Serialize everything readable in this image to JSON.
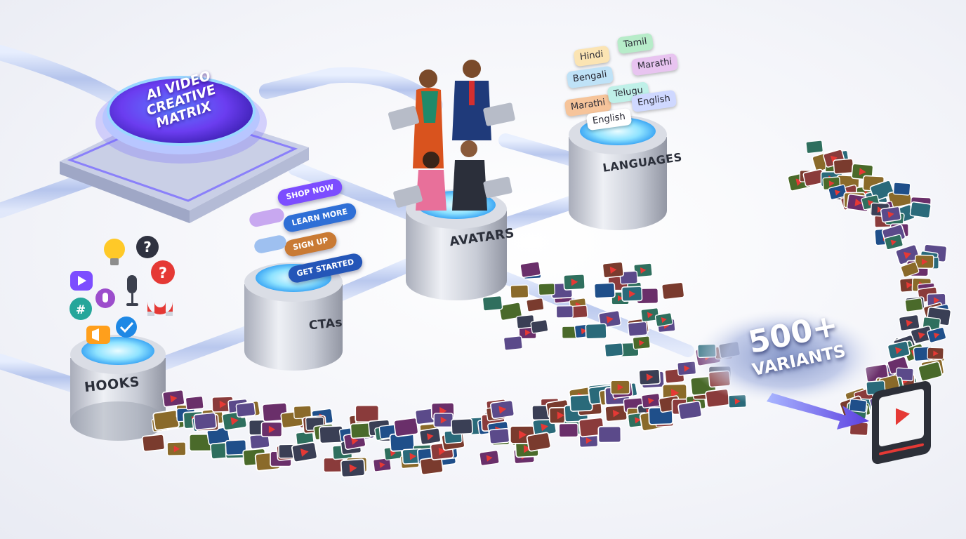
{
  "core": {
    "line1": "AI VIDEO",
    "line2": "CREATIVE",
    "line3": "MATRIX"
  },
  "modules": {
    "hooks": "HOOKS",
    "ctas": "CTAs",
    "avatars": "AVATARS",
    "languages": "LANGUAGES"
  },
  "cta_buttons": [
    "SHOP NOW",
    "LEARN MORE",
    "SIGN UP",
    "GET STARTED"
  ],
  "languages": [
    "Hindi",
    "Tamil",
    "Bengali",
    "Marathi",
    "Marathi",
    "Telugu",
    "English",
    "English"
  ],
  "result": {
    "count": "500+",
    "label": "VARIANTS"
  },
  "colors": {
    "pipe": "#b9c9ee",
    "core_glow": "#6a5cff",
    "cylinder": "#c9ccd6",
    "arrow": "#6b5cf0",
    "play": "#e53935"
  },
  "icons": [
    "lightbulb-icon",
    "question-icon",
    "play-icon",
    "microphone-icon",
    "magnet-icon",
    "hashtag-icon",
    "checkmark-icon",
    "megaphone-icon",
    "video-player-icon"
  ]
}
